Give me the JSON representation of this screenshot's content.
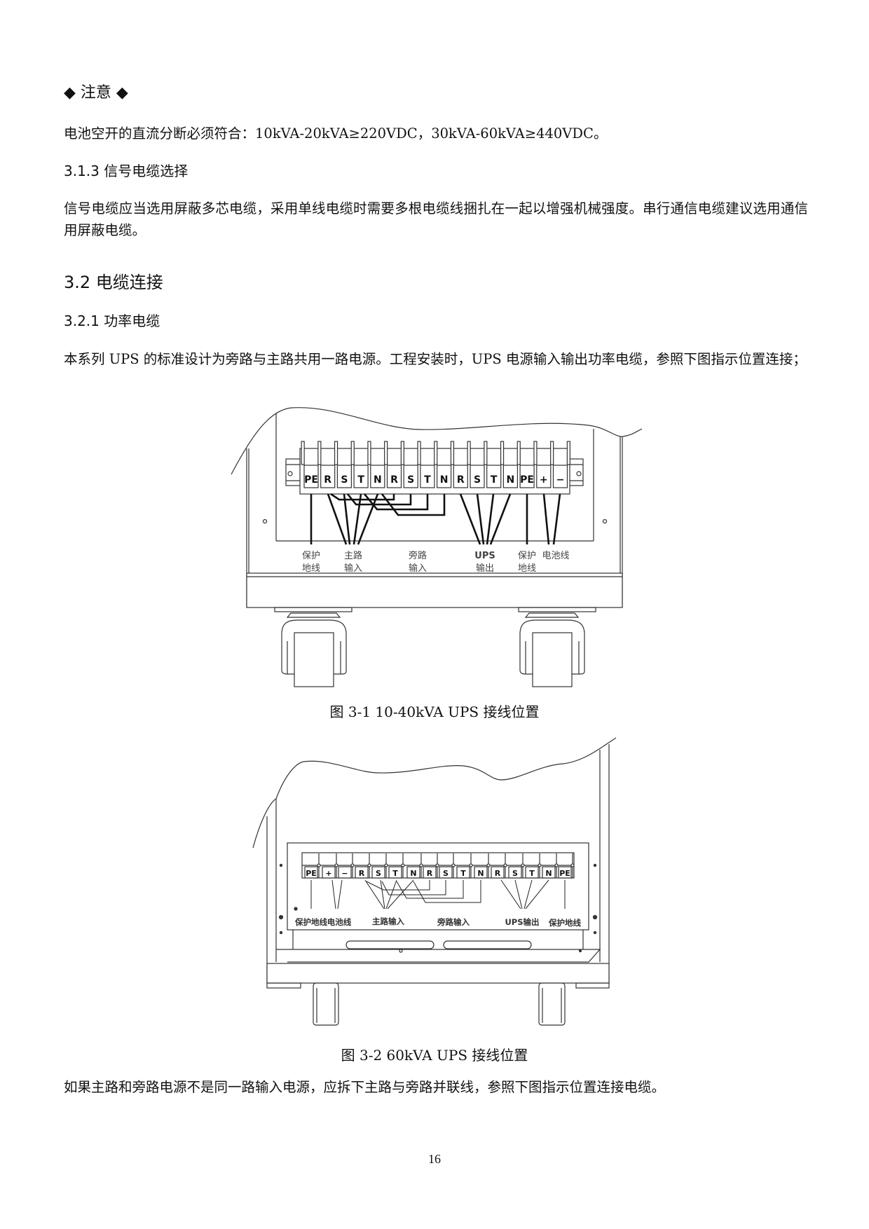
{
  "notice": {
    "title": "◆ 注意 ◆",
    "text": "电池空开的直流分断必须符合：10kVA-20kVA≥220VDC，30kVA-60kVA≥440VDC。"
  },
  "section_313": {
    "heading": "3.1.3 信号电缆选择",
    "text": "信号电缆应当选用屏蔽多芯电缆，采用单线电缆时需要多根电缆线捆扎在一起以增强机械强度。串行通信电缆建议选用通信用屏蔽电缆。"
  },
  "section_32": {
    "heading": "3.2 电缆连接"
  },
  "section_321": {
    "heading": "3.2.1 功率电缆",
    "text": "本系列 UPS 的标准设计为旁路与主路共用一路电源。工程安装时，UPS 电源输入输出功率电缆，参照下图指示位置连接；"
  },
  "figure1": {
    "terminals": [
      "PE",
      "R",
      "S",
      "T",
      "N",
      "R",
      "S",
      "T",
      "N",
      "R",
      "S",
      "T",
      "N",
      "PE",
      "+",
      "−"
    ],
    "labels": {
      "pe_left": [
        "保护",
        "地线"
      ],
      "main_input": [
        "主路",
        "输入"
      ],
      "bypass_input": [
        "旁路",
        "输入"
      ],
      "ups_output": [
        "UPS",
        "输出"
      ],
      "pe_right": [
        "保护",
        "地线"
      ],
      "battery": [
        "电池线"
      ]
    },
    "caption": "图 3-1 10-40kVA UPS 接线位置"
  },
  "figure2": {
    "terminals": [
      "PE",
      "+",
      "−",
      "R",
      "S",
      "T",
      "N",
      "R",
      "S",
      "T",
      "N",
      "R",
      "S",
      "T",
      "N",
      "PE"
    ],
    "labels": {
      "pe_left": "保护地线",
      "battery": "电池线",
      "main_input": "主路输入",
      "bypass_input": "旁路输入",
      "ups_output": "UPS输出",
      "pe_right": "保护地线"
    },
    "caption": "图 3-2 60kVA UPS 接线位置"
  },
  "closing": {
    "text": "如果主路和旁路电源不是同一路输入电源，应拆下主路与旁路并联线，参照下图指示位置连接电缆。"
  },
  "page_number": "16"
}
